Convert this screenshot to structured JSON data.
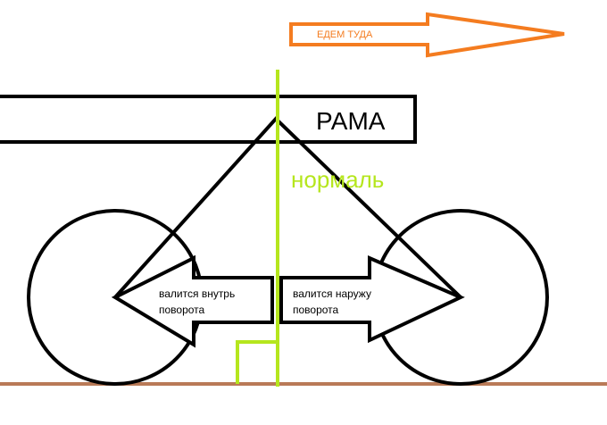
{
  "direction_label": "ЕДЕМ ТУДА",
  "frame_label": "РАМА",
  "normal_label": "нормаль",
  "left_arrow": {
    "line1": "валится внутрь",
    "line2": "поворота"
  },
  "right_arrow": {
    "line1": "валится наружу",
    "line2": "поворота"
  },
  "colors": {
    "ink": "#000000",
    "direction": "#f47c20",
    "normal": "#b5e61d",
    "ground": "#b97a57"
  }
}
